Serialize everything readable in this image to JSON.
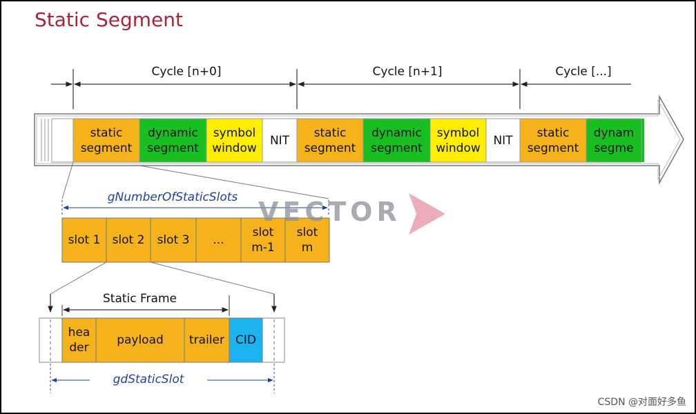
{
  "title": "Static Segment",
  "cycles": [
    "Cycle [n+0]",
    "Cycle [n+1]",
    "Cycle [...]"
  ],
  "segments": [
    {
      "label": "static\nsegment",
      "color": "#f5b21b"
    },
    {
      "label": "dynamic\nsegment",
      "color": "#17c020"
    },
    {
      "label": "symbol\nwindow",
      "color": "#ffee00"
    },
    {
      "label": "NIT",
      "color": "#ffffff"
    },
    {
      "label": "static\nsegment",
      "color": "#f5b21b"
    },
    {
      "label": "dynamic\nsegment",
      "color": "#17c020"
    },
    {
      "label": "symbol\nwindow",
      "color": "#ffee00"
    },
    {
      "label": "NIT",
      "color": "#ffffff"
    },
    {
      "label": "static\nsegment",
      "color": "#f5b21b"
    },
    {
      "label": "dynam\nsegme",
      "color": "#17c020"
    }
  ],
  "static_slots_label": "gNumberOfStaticSlots",
  "slots": [
    "slot 1",
    "slot 2",
    "slot 3",
    "...",
    "slot\nm-1",
    "slot\nm"
  ],
  "static_frame_label": "Static Frame",
  "frame_parts": [
    {
      "label": "hea\nder",
      "color": "#f5b21b"
    },
    {
      "label": "payload",
      "color": "#f5b21b"
    },
    {
      "label": "trailer",
      "color": "#f5b21b"
    },
    {
      "label": "CID",
      "color": "#1cb4f0"
    }
  ],
  "slot_length_label": "gdStaticSlot",
  "watermark": "VECTOR",
  "credit": "CSDN @对面好多鱼",
  "colors": {
    "title": "#a8253a",
    "annotation": "#1f3fa8",
    "static": "#f5b21b",
    "dynamic": "#17c020",
    "symbol": "#ffee00",
    "cid": "#1cb4f0"
  }
}
